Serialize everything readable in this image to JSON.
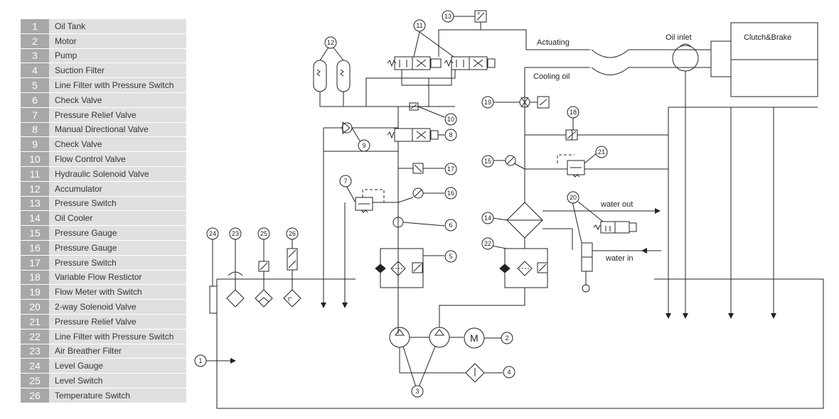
{
  "legend": [
    {
      "num": "1",
      "label": "Oil Tank"
    },
    {
      "num": "2",
      "label": "Motor"
    },
    {
      "num": "3",
      "label": "Pump"
    },
    {
      "num": "4",
      "label": "Suction Filter"
    },
    {
      "num": "5",
      "label": "Line Filter with Pressure Switch"
    },
    {
      "num": "6",
      "label": "Check Valve"
    },
    {
      "num": "7",
      "label": "Pressure Relief Valve"
    },
    {
      "num": "8",
      "label": "Manual Directional Valve"
    },
    {
      "num": "9",
      "label": "Check Valve"
    },
    {
      "num": "10",
      "label": "Flow Control Valve"
    },
    {
      "num": "11",
      "label": "Hydraulic Solenoid Valve"
    },
    {
      "num": "12",
      "label": "Accumulator"
    },
    {
      "num": "13",
      "label": "Pressure Switch"
    },
    {
      "num": "14",
      "label": "Oil Cooler"
    },
    {
      "num": "15",
      "label": "Pressure Gauge"
    },
    {
      "num": "16",
      "label": "Pressure Gauge"
    },
    {
      "num": "17",
      "label": "Pressure Switch"
    },
    {
      "num": "18",
      "label": "Variable Flow Restictor"
    },
    {
      "num": "19",
      "label": "Flow Meter with Switch"
    },
    {
      "num": "20",
      "label": "2-way Solenoid Valve"
    },
    {
      "num": "21",
      "label": "Pressure Relief Valve"
    },
    {
      "num": "22",
      "label": "Line Filter with Pressure Switch"
    },
    {
      "num": "23",
      "label": "Air Breather Filter"
    },
    {
      "num": "24",
      "label": "Level Gauge"
    },
    {
      "num": "25",
      "label": "Level Switch"
    },
    {
      "num": "26",
      "label": "Temperature Switch"
    }
  ],
  "diagram": {
    "labels": {
      "actuating": "Actuating",
      "cooling_oil": "Cooling oil",
      "oil_inlet": "Oil inlet",
      "clutch_brake": "Clutch&Brake",
      "water_out": "water out",
      "water_in": "water in",
      "motor_symbol": "M",
      "temp_symbol": "t°",
      "pressure_switch_symbol": "P"
    }
  }
}
